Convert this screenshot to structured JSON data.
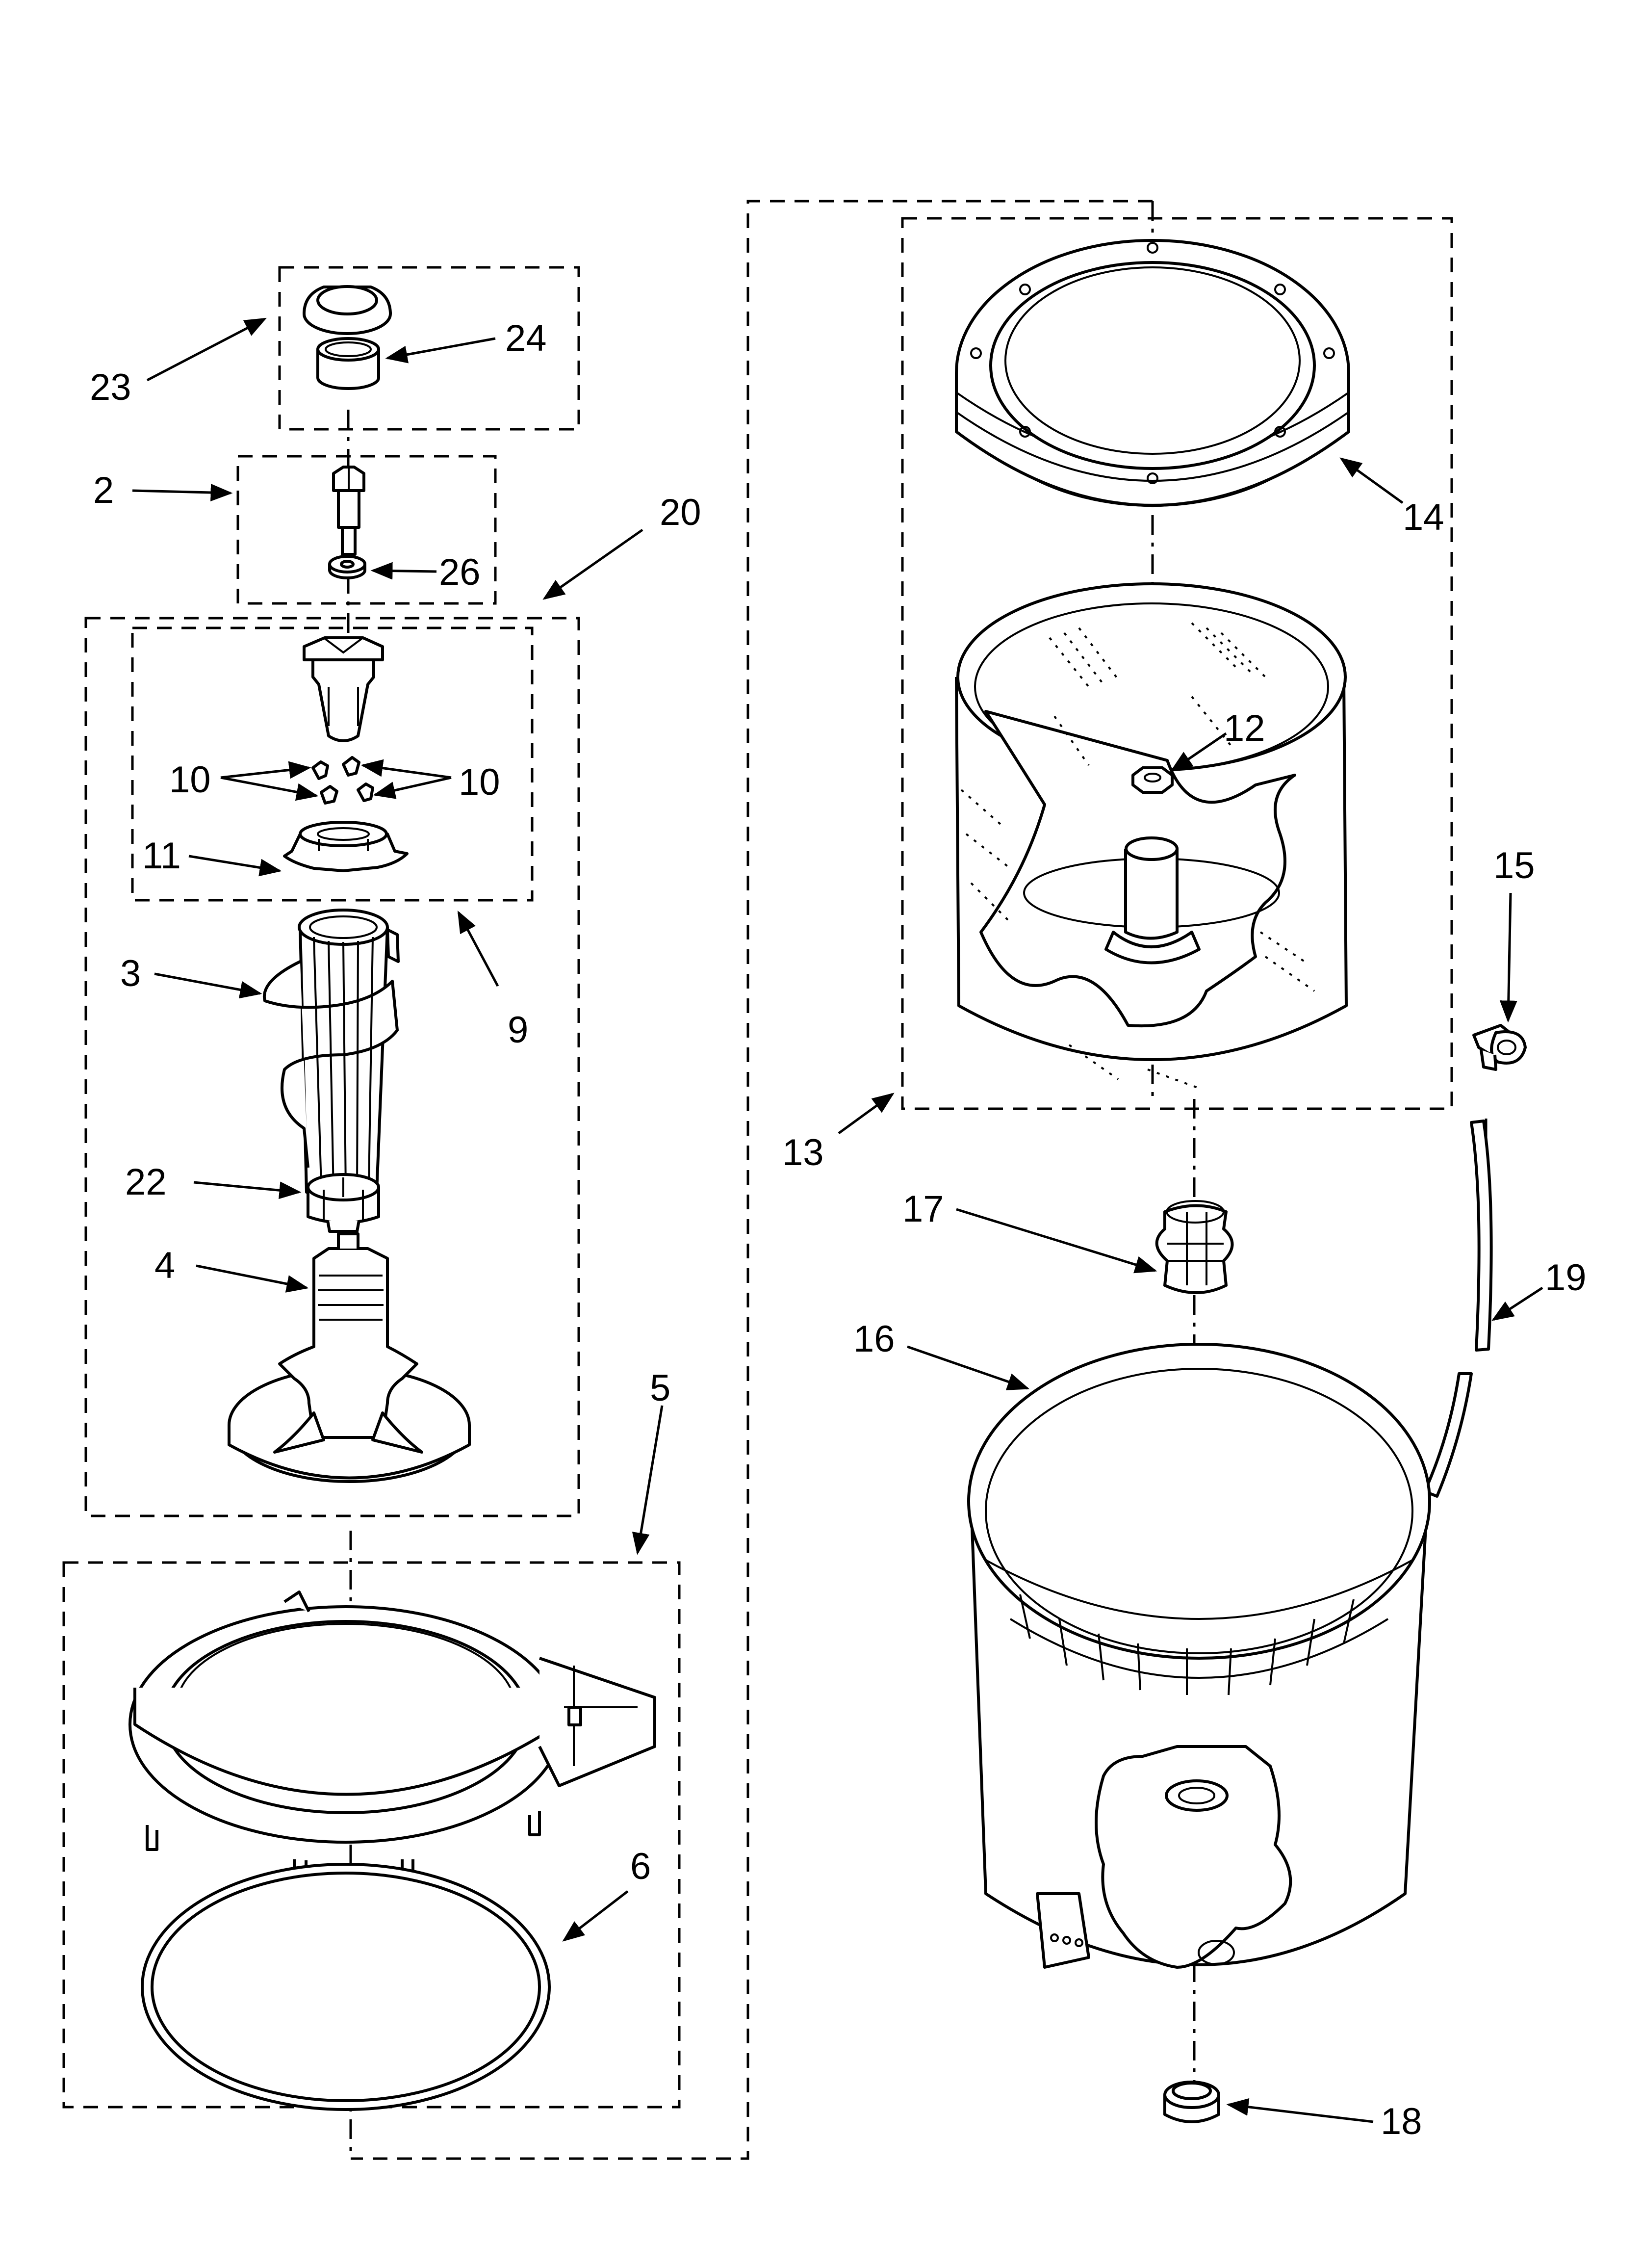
{
  "callouts": {
    "c2": "2",
    "c3": "3",
    "c4": "4",
    "c5": "5",
    "c6": "6",
    "c9": "9",
    "c10_left": "10",
    "c10_right": "10",
    "c11": "11",
    "c12": "12",
    "c13": "13",
    "c14": "14",
    "c15": "15",
    "c16": "16",
    "c17": "17",
    "c18": "18",
    "c19": "19",
    "c20": "20",
    "c22": "22",
    "c23": "23",
    "c24": "24",
    "c26": "26"
  }
}
